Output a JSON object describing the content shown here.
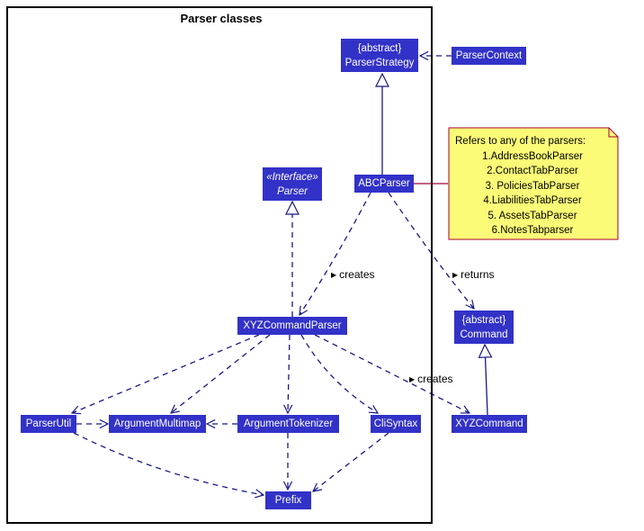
{
  "package": {
    "title": "Parser classes"
  },
  "nodes": {
    "parser_strategy": {
      "stereotype": "{abstract}",
      "name": "ParserStrategy"
    },
    "parser_context": {
      "name": "ParserContext"
    },
    "abc_parser": {
      "name": "ABCParser"
    },
    "parser": {
      "stereotype": "«Interface»",
      "name": "Parser"
    },
    "xyz_command_parser": {
      "name": "XYZCommandParser"
    },
    "command": {
      "stereotype": "{abstract}",
      "name": "Command"
    },
    "xyz_command": {
      "name": "XYZCommand"
    },
    "parser_util": {
      "name": "ParserUtil"
    },
    "argument_multimap": {
      "name": "ArgumentMultimap"
    },
    "argument_tokenizer": {
      "name": "ArgumentTokenizer"
    },
    "cli_syntax": {
      "name": "CliSyntax"
    },
    "prefix": {
      "name": "Prefix"
    }
  },
  "note": {
    "heading": "Refers to any of the parsers:",
    "items": [
      "1.AddressBookParser",
      "2.ContactTabParser",
      "3. PoliciesTabParser",
      "4.LiabilitiesTabParser",
      "5. AssetsTabParser",
      "6.NotesTabparser"
    ]
  },
  "labels": {
    "creates_1": "creates",
    "returns": "returns",
    "creates_2": "creates"
  },
  "colors": {
    "node_fill": "#3232c8",
    "edge": "#181888",
    "note_fill": "#fbfb77",
    "note_border": "#a80036"
  }
}
